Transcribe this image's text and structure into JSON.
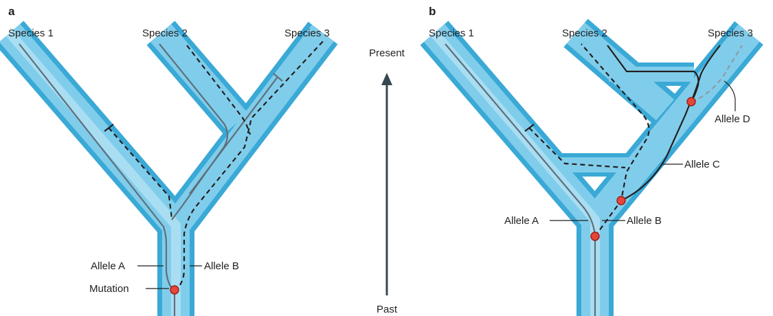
{
  "panel_a": {
    "letter": "a",
    "species": [
      "Species 1",
      "Species 2",
      "Species 3"
    ],
    "allele_a": "Allele A",
    "allele_b": "Allele B",
    "mutation": "Mutation"
  },
  "panel_b": {
    "letter": "b",
    "species": [
      "Species 1",
      "Species 2",
      "Species 3"
    ],
    "allele_a": "Allele A",
    "allele_b": "Allele B",
    "allele_c": "Allele C",
    "allele_d": "Allele D"
  },
  "time_axis": {
    "top_label": "Present",
    "bottom_label": "Past"
  },
  "colors": {
    "tube_outer": "#3aa9d6",
    "tube_inner": "#80cdeb",
    "lineage_grey": "#5e6f7a",
    "mutation_red": "#e3473a",
    "arrow": "#37474f"
  }
}
